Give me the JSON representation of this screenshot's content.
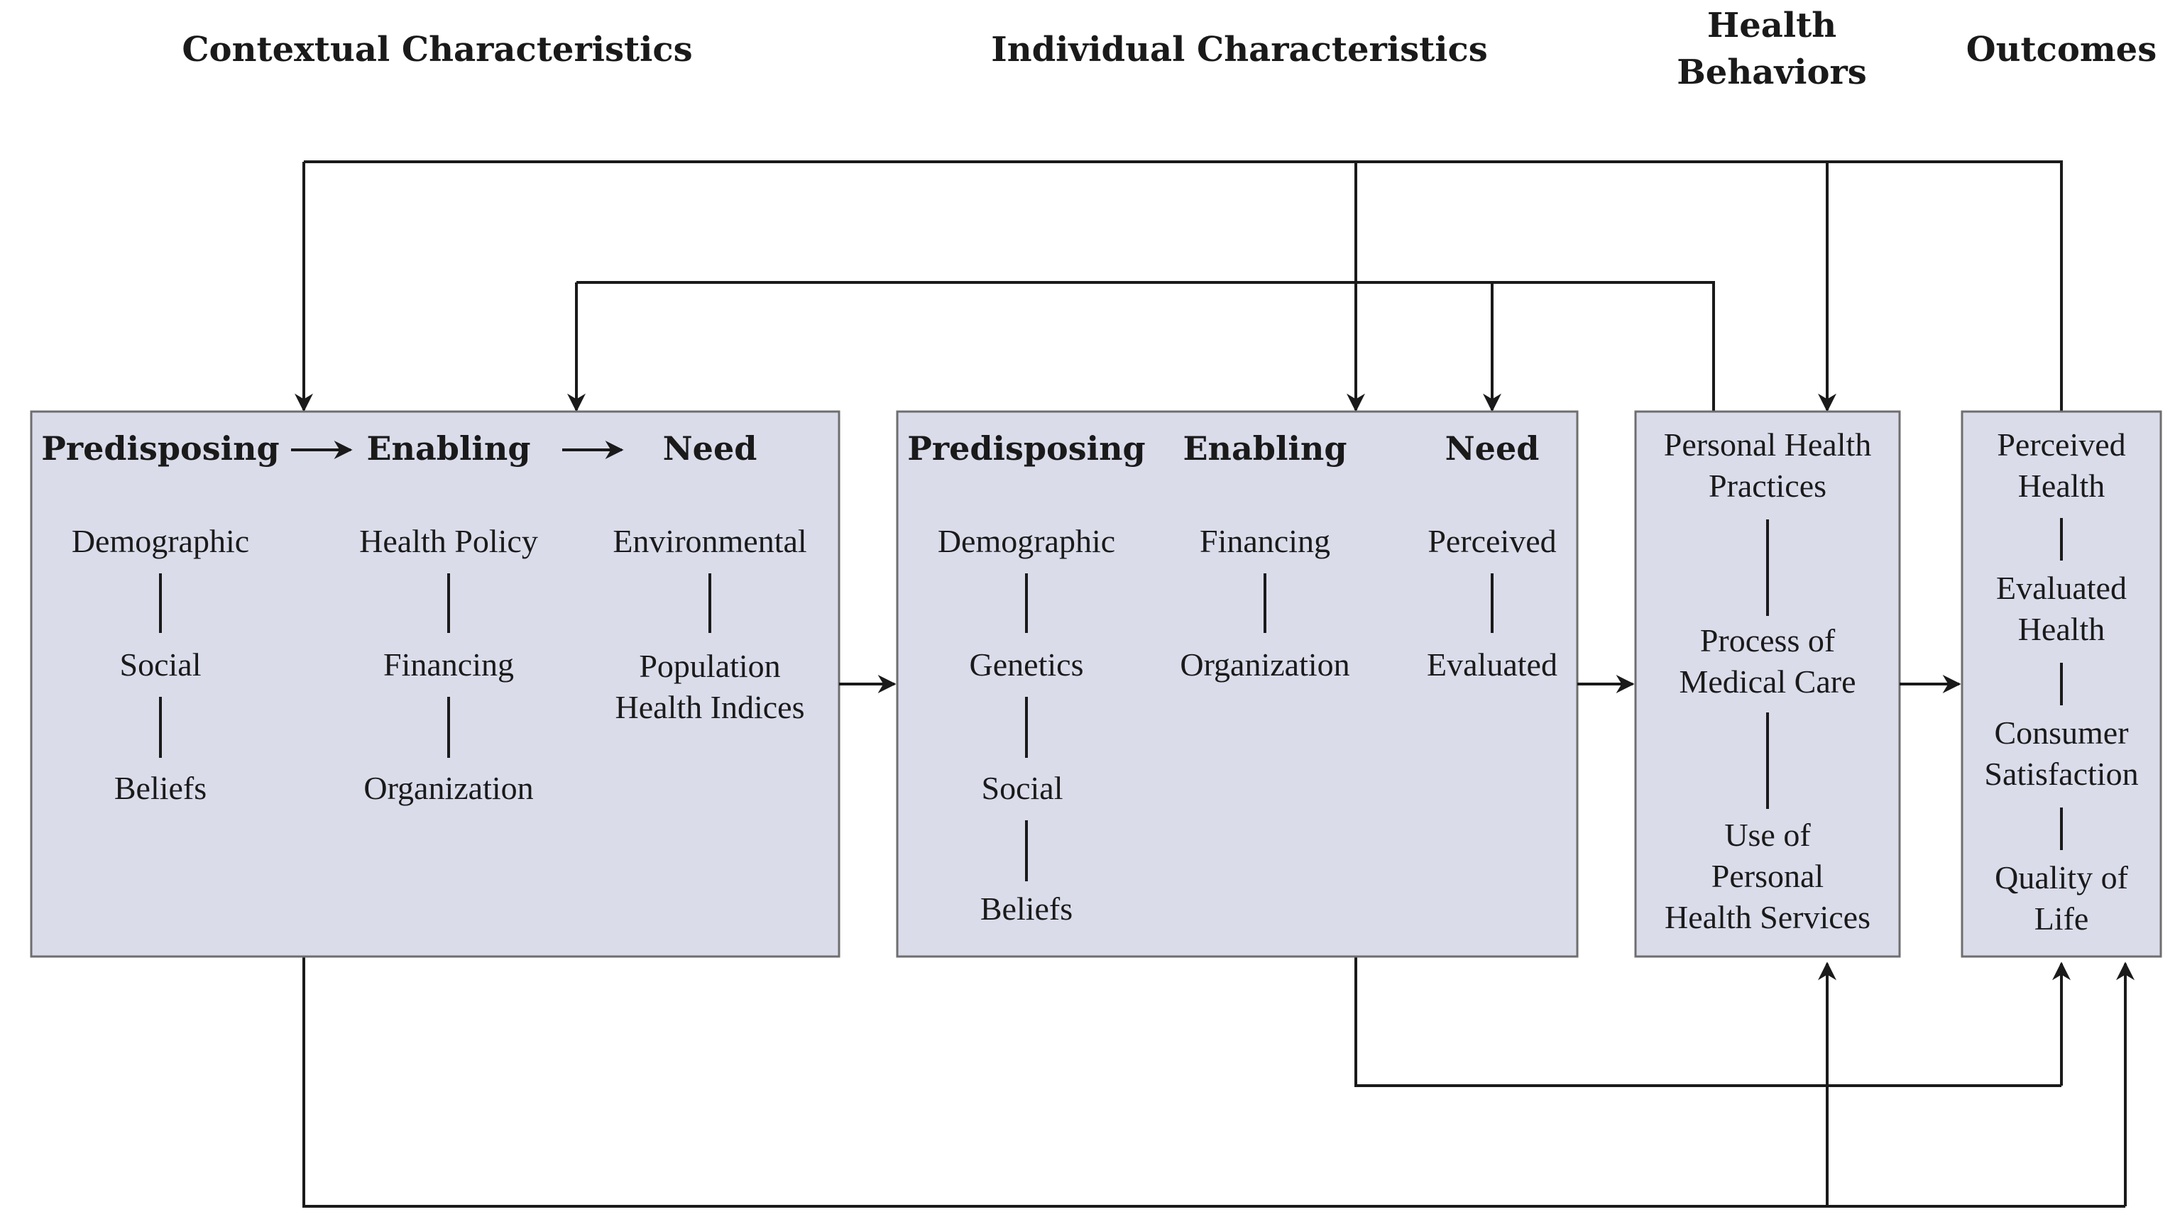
{
  "headers": {
    "contextual": "Contextual Characteristics",
    "individual": "Individual Characteristics",
    "health_behaviors_line1": "Health",
    "health_behaviors_line2": "Behaviors",
    "outcomes": "Outcomes"
  },
  "contextual": {
    "predisposing": {
      "title": "Predisposing",
      "items": [
        "Demographic",
        "Social",
        "Beliefs"
      ]
    },
    "enabling": {
      "title": "Enabling",
      "items": [
        "Health Policy",
        "Financing",
        "Organization"
      ]
    },
    "need": {
      "title": "Need",
      "items": [
        "Environmental",
        "Population",
        "Health Indices"
      ]
    }
  },
  "individual": {
    "predisposing": {
      "title": "Predisposing",
      "items": [
        "Demographic",
        "Genetics",
        "Social",
        "Beliefs"
      ]
    },
    "enabling": {
      "title": "Enabling",
      "items": [
        "Financing",
        "Organization"
      ]
    },
    "need": {
      "title": "Need",
      "items": [
        "Perceived",
        "Evaluated"
      ]
    }
  },
  "health_behaviors": {
    "items": [
      "Personal Health",
      "Practices",
      "Process of",
      "Medical Care",
      "Use of",
      "Personal",
      "Health Services"
    ]
  },
  "outcomes": {
    "items": [
      "Perceived",
      "Health",
      "Evaluated",
      "Health",
      "Consumer",
      "Satisfaction",
      "Quality of",
      "Life"
    ]
  }
}
